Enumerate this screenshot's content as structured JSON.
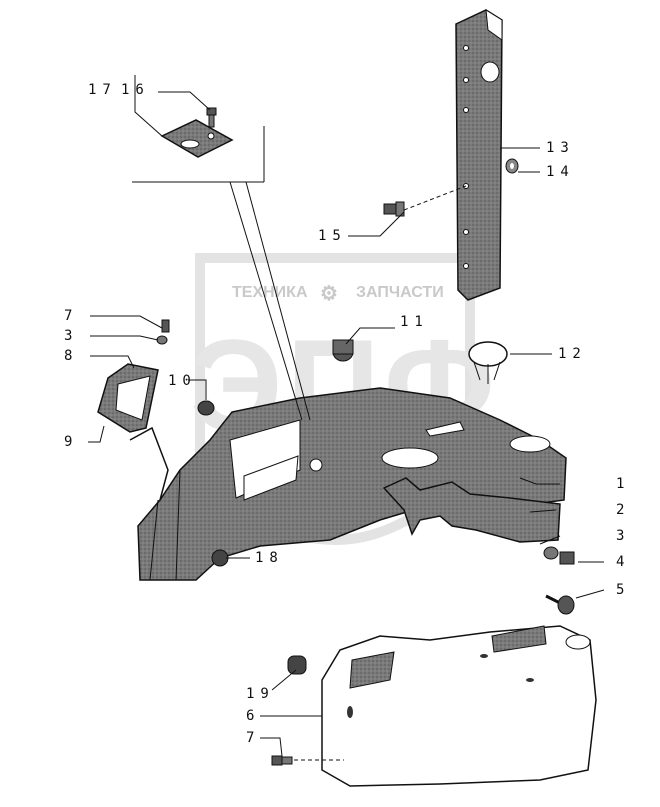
{
  "watermark": {
    "left_text": "ТЕХНИКА",
    "right_text": "ЗАПЧАСТИ",
    "logo_text": "ЭПФ",
    "gear_icon": "gear-icon"
  },
  "callouts": {
    "c17": "17",
    "c16": "16",
    "c13": "13",
    "c14": "14",
    "c15": "15",
    "c11": "11",
    "c12": "12",
    "c7a": "7",
    "c3a": "3",
    "c8": "8",
    "c10": "10",
    "c9": "9",
    "c1": "1",
    "c2": "2",
    "c3b": "3",
    "c4": "4",
    "c5": "5",
    "c18": "18",
    "c19": "19",
    "c6": "6",
    "c7b": "7"
  }
}
